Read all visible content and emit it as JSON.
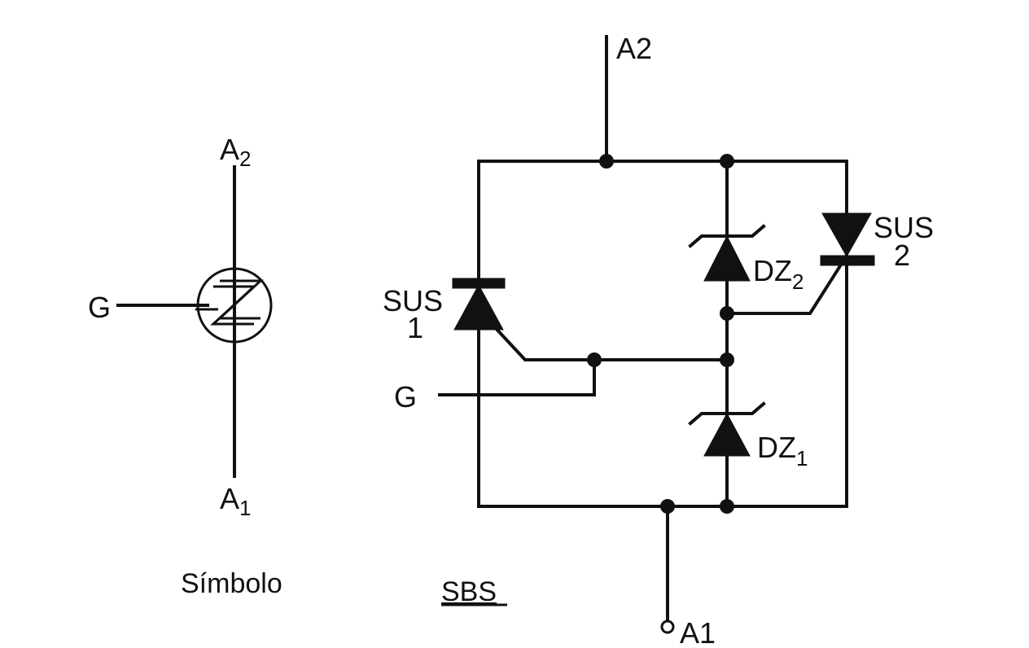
{
  "symbol": {
    "label_a2": "A",
    "label_a2_sub": "2",
    "label_a1": "A",
    "label_a1_sub": "1",
    "label_g": "G",
    "caption": "Símbolo"
  },
  "sbs": {
    "label_a2": "A2",
    "label_a1": "A1",
    "label_g": "G",
    "sus1_line1": "SUS",
    "sus1_line2": "1",
    "sus2_line1": "SUS",
    "sus2_line2": "2",
    "dz2_main": "DZ",
    "dz2_sub": "2",
    "dz1_main": "DZ",
    "dz1_sub": "1",
    "caption": "SBS"
  },
  "colors": {
    "ink": "#111111",
    "background": "#ffffff"
  }
}
